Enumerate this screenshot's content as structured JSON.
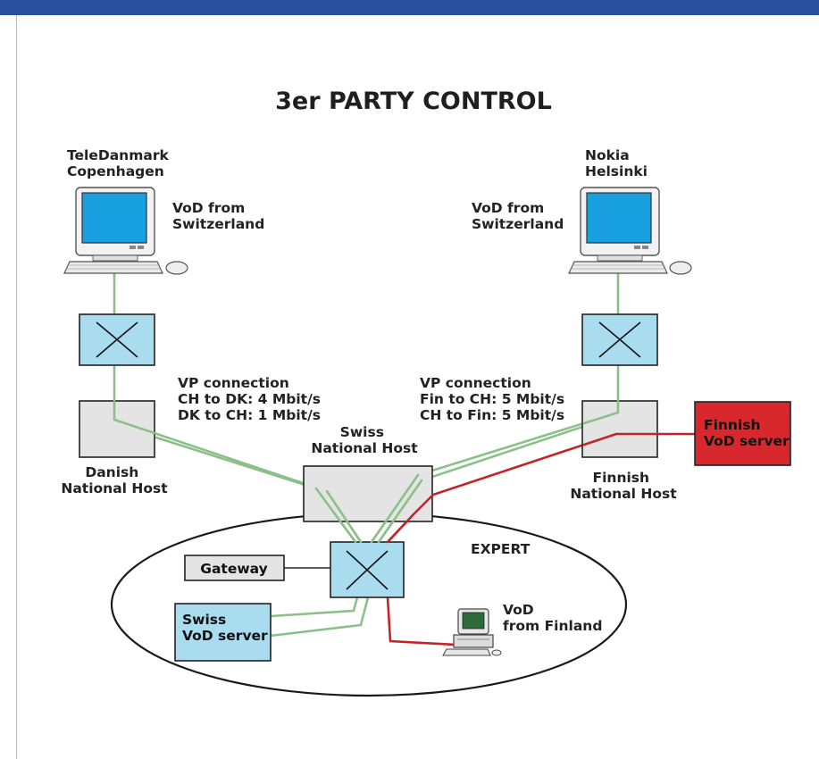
{
  "title": "3er PARTY CONTROL",
  "sites": {
    "denmark": {
      "line1": "TeleDanmark",
      "line2": "Copenhagen",
      "vod_line1": "VoD from",
      "vod_line2": "Switzerland"
    },
    "finland": {
      "line1": "Nokia",
      "line2": "Helsinki",
      "vod_line1": "VoD from",
      "vod_line2": "Switzerland"
    }
  },
  "vp_dk": {
    "line1": "VP connection",
    "line2": "CH to DK: 4 Mbit/s",
    "line3": "DK to CH: 1 Mbit/s"
  },
  "vp_fin": {
    "line1": "VP connection",
    "line2": "Fin to CH: 5 Mbit/s",
    "line3": "CH to Fin: 5 Mbit/s"
  },
  "hosts": {
    "danish": {
      "line1": "Danish",
      "line2": "National Host"
    },
    "swiss": {
      "line1": "Swiss",
      "line2": "National Host"
    },
    "finnish": {
      "line1": "Finnish",
      "line2": "National Host"
    }
  },
  "finnish_server": {
    "line1": "Finnish",
    "line2": "VoD server"
  },
  "expert": "EXPERT",
  "gateway": "Gateway",
  "swiss_server": {
    "line1": "Swiss",
    "line2": "VoD server"
  },
  "vod_finland": {
    "line1": "VoD",
    "line2": "from Finland"
  },
  "colors": {
    "top_bar": "#2a4f9e",
    "green_link": "#8cc08a",
    "red_link": "#c42328",
    "switch_fill": "#a9dcef",
    "host_fill": "#e4e4e4",
    "finnish_server_fill": "#d8282e",
    "screen_blue": "#19a0e0"
  }
}
